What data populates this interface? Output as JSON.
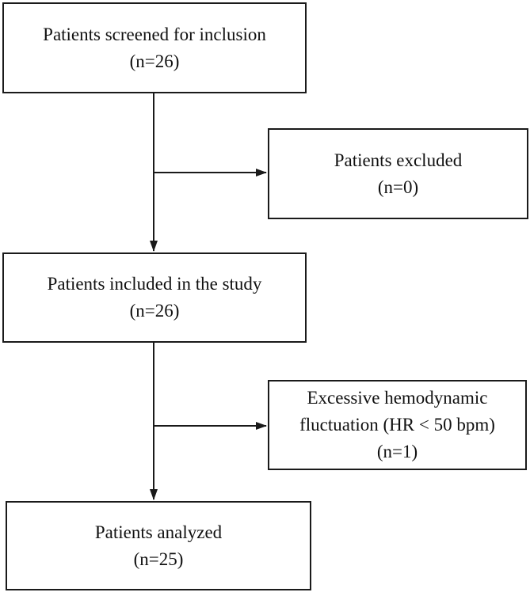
{
  "figure": {
    "type": "flowchart",
    "description": "Patient inclusion flow diagram",
    "colors": {
      "background": "#ffffff",
      "box_border": "#1a1a1a",
      "arrow": "#1a1a1a",
      "text": "#111111"
    },
    "boxes": [
      {
        "name": "screened",
        "lines": [
          "Patients screened for inclusion",
          "(n=26)"
        ]
      },
      {
        "name": "excluded",
        "lines": [
          "Patients excluded",
          "(n=0)"
        ]
      },
      {
        "name": "included",
        "lines": [
          "Patients included in the study",
          "(n=26)"
        ]
      },
      {
        "name": "fluctuation",
        "lines": [
          "Excessive hemodynamic",
          "fluctuation (HR < 50 bpm)",
          "(n=1)"
        ]
      },
      {
        "name": "analyzed",
        "lines": [
          "Patients analyzed",
          "(n=25)"
        ]
      }
    ],
    "arrows": [
      {
        "name": "screened-to-included",
        "from": "screened",
        "to": "included"
      },
      {
        "name": "screened-to-excluded",
        "from": "screened",
        "to": "excluded"
      },
      {
        "name": "included-to-analyzed",
        "from": "included",
        "to": "analyzed"
      },
      {
        "name": "included-to-fluctuation",
        "from": "included",
        "to": "fluctuation"
      }
    ]
  }
}
